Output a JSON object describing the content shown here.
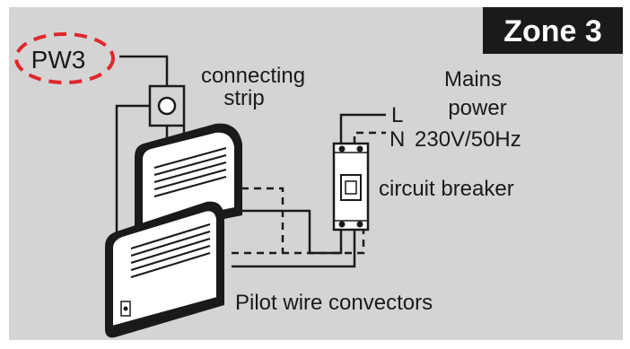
{
  "zone": {
    "label": "Zone 3"
  },
  "pilot_wire": {
    "label": "PW3"
  },
  "connecting_strip": {
    "line1": "connecting",
    "line2": "strip"
  },
  "mains": {
    "line1": "Mains",
    "line2": "power",
    "voltage": "230V/50Hz",
    "live": "L",
    "neutral": "N"
  },
  "breaker": {
    "label": "circuit breaker"
  },
  "convectors": {
    "label": "Pilot wire convectors"
  },
  "colors": {
    "background": "#d4d4d4",
    "zone_badge": "#1a1a1a",
    "pw_highlight": "#e0262b",
    "line": "#1a1a1a"
  }
}
